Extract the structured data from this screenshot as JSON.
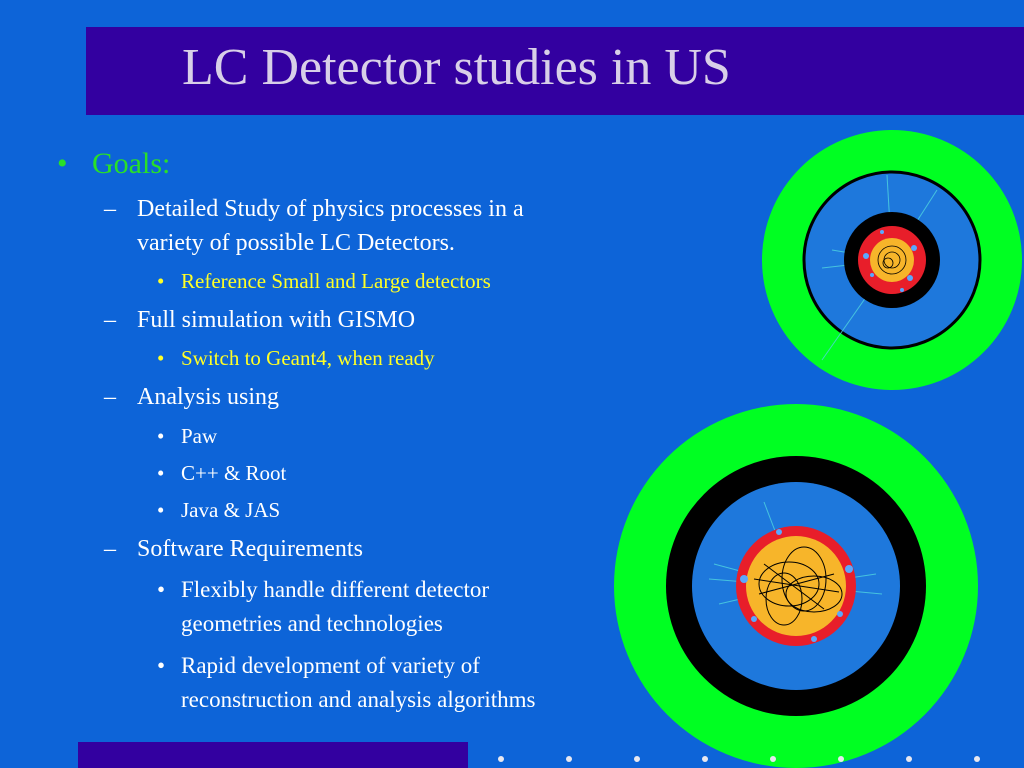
{
  "slide": {
    "title": "LC Detector studies in US",
    "goals": {
      "bullet": "•",
      "label": "Goals:",
      "items": [
        {
          "dash": "–",
          "lines": [
            "Detailed Study of physics processes in a",
            "variety of possible LC Detectors."
          ]
        },
        {
          "sub": "Reference Small and Large detectors"
        },
        {
          "dash": "–",
          "lines": [
            "Full simulation with GISMO"
          ]
        },
        {
          "sub": "Switch to Geant4, when ready"
        },
        {
          "dash": "–",
          "lines": [
            "Analysis using"
          ]
        },
        {
          "sub": "Paw"
        },
        {
          "sub": "C++ & Root"
        },
        {
          "sub": "Java & JAS"
        },
        {
          "dash": "–",
          "lines": [
            "Software Requirements"
          ]
        },
        {
          "sub": "Flexibly handle different detector",
          "sub2": "geometries and technologies"
        },
        {
          "sub": "Rapid development of variety of",
          "sub2": "reconstruction and analysis algorithms"
        }
      ]
    },
    "colors": {
      "background": "#0d64d8",
      "title_bar": "#3300a0",
      "title_text": "#d8cfe8",
      "goals_text": "#29e028",
      "sub_highlight": "#ffff26",
      "detector_outer": "#00ff22",
      "detector_black": "#000000",
      "detector_mid": "#1e78dc",
      "detector_red": "#e81e2a",
      "detector_core": "#f7b52a"
    }
  }
}
